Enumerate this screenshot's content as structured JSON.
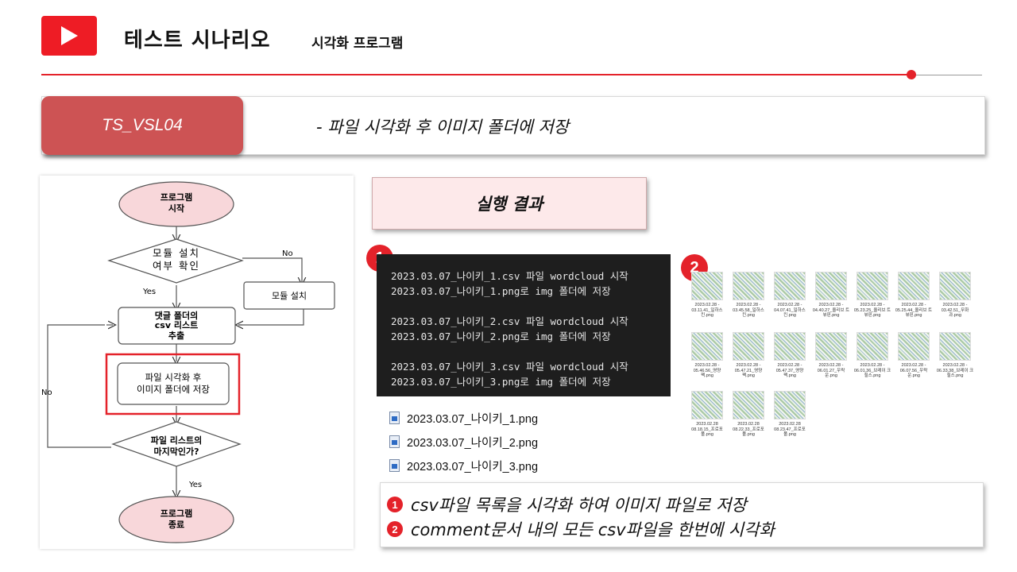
{
  "header": {
    "title": "테스트 시나리오",
    "subtitle": "시각화 프로그램"
  },
  "testcase": {
    "id": "TS_VSL04",
    "description": "- 파일 시각화 후 이미지 폴더에 저장"
  },
  "flowchart": {
    "start": [
      "프로그램",
      "시작"
    ],
    "check_module": [
      "모듈 설치",
      "여부 확인"
    ],
    "install_module": "모듈 설치",
    "no_label": "No",
    "yes_label": "Yes",
    "extract_csv": [
      "댓글 폴더의",
      "csv 리스트",
      "추출"
    ],
    "visualize": [
      "파일 시각화 후",
      "이미지 폴더에 저장"
    ],
    "last_file": [
      "파일 리스트의",
      "마지막인가?"
    ],
    "loop_no": "No",
    "end_yes": "Yes",
    "end": [
      "프로그램",
      "종료"
    ]
  },
  "result": {
    "title": "실행 결과",
    "badge1": "1",
    "badge2": "2",
    "console": [
      "2023.03.07_나이키_1.csv 파일 wordcloud 시작",
      "2023.03.07_나이키_1.png로 img 폴더에 저장",
      "",
      "2023.03.07_나이키_2.csv 파일 wordcloud 시작",
      "2023.03.07_나이키_2.png로 img 폴더에 저장",
      "",
      "2023.03.07_나이키_3.csv 파일 wordcloud 시작",
      "2023.03.07_나이키_3.png로 img 폴더에 저장"
    ],
    "files": [
      "2023.03.07_나이키_1.png",
      "2023.03.07_나이키_2.png",
      "2023.03.07_나이키_3.png"
    ],
    "thumbnails": [
      "2023.02.28 - 03.11.41_일하스 킨.png",
      "2023.02.28 - 03.45.58_일하스 킨.png",
      "2023.02.28 - 04.07.41_일하스 킨.png",
      "2023.02.28 - 04.40.27_올리브 트뷰핀.png",
      "2023.02.28 - 05.23.25_올리브 트뷰핀.png",
      "2023.02.28 - 05.25.44_올리브 트뷰핀.png",
      "2023.02.28 - 03.42.51_무화과.png",
      "2023.02.28 - 05.46.56_영양팩.png",
      "2023.02.28 - 05.47.21_영양팩.png",
      "2023.02.28 - 05.47.37_영양팩.png",
      "2023.02.28 - 06.01.27_우락운.png",
      "2023.02.28 - 06.01.36_브레이 크힐스.png",
      "2023.02.28 - 06.07.56_우락운.png",
      "2023.02.28 - 06.33.38_브레이 크힐스.png",
      "2023.02.28 08.18.15_프로포 폴.png",
      "2023.02.28 08.22.33_프로포 폴.png",
      "2023.02.28 08.23.47_프로포 폴.png"
    ]
  },
  "summary": {
    "item1_num": "1",
    "item1": "csv파일 목록을 시각화 하여 이미지 파일로 저장",
    "item2_num": "2",
    "item2": "comment문서 내의 모든 csv파일을 한번에 시각화"
  },
  "colors": {
    "accent": "#e4222a",
    "id_box": "#cd5354",
    "result_box": "#fde9ea",
    "console_bg": "#1e1e1e",
    "flow_node": "#f8d7da"
  }
}
